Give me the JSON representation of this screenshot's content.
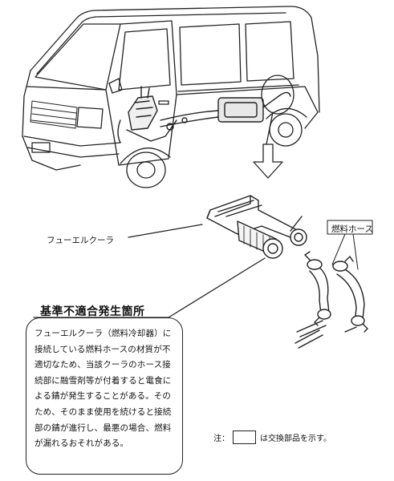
{
  "labels": {
    "fuel_cooler": "フューエルクーラ",
    "fuel_hose": "燃料ホース"
  },
  "heading": "基準不適合発生箇所",
  "description": "フューエルクーラ（燃料冷却器）に接続している燃料ホースの材質が不適切なため、当該クーラのホース接続部に融雪剤等が付着すると電食による錆が発生することがある。そのため、そのまま使用を続けると接続部の錆が進行し、最悪の場合、燃料が漏れるおそれがある。",
  "note": {
    "prefix": "注：",
    "suffix": "は交換部品を示す。"
  }
}
